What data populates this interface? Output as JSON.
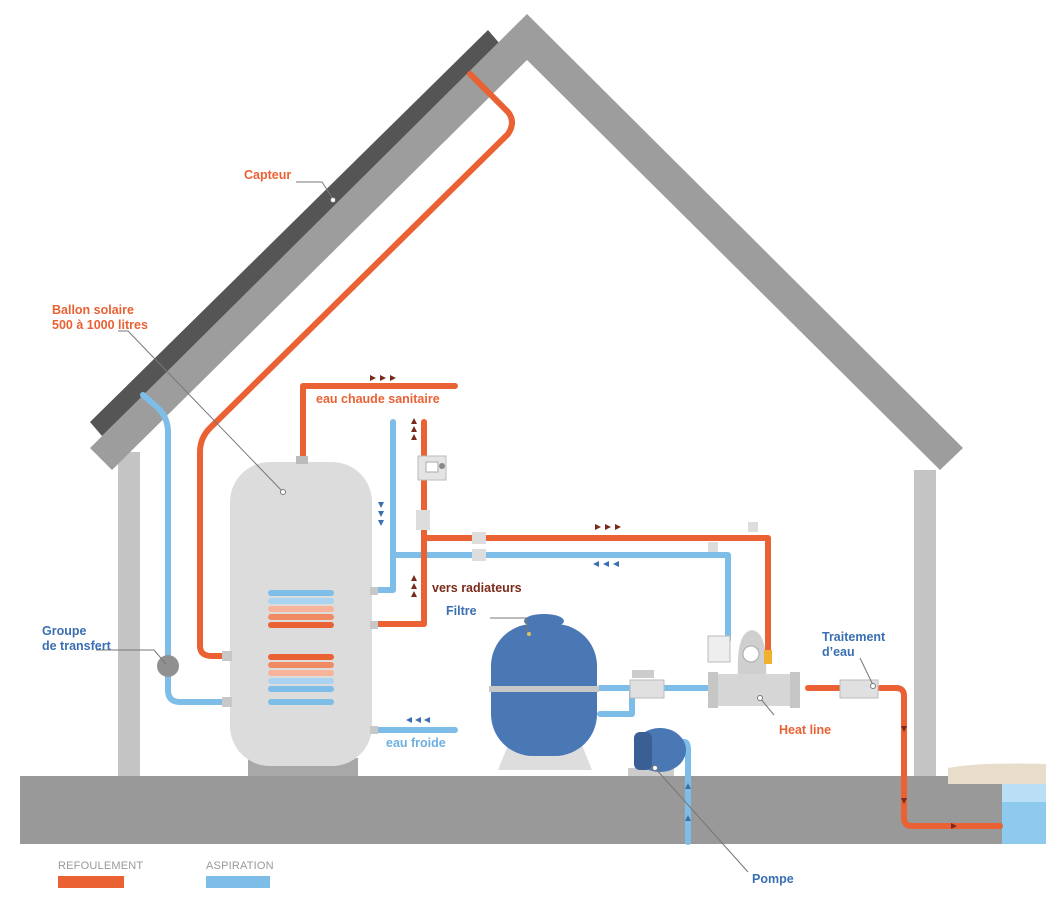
{
  "labels": {
    "capteur": "Capteur",
    "ballon_line1": "Ballon solaire",
    "ballon_line2": "500 à 1000 litres",
    "eau_chaude": "eau chaude sanitaire",
    "vers_radiateurs": "vers radiateurs",
    "filtre": "Filtre",
    "groupe_line1": "Groupe",
    "groupe_line2": "de transfert",
    "traitement_line1": "Traitement",
    "traitement_line2": "d’eau",
    "heat_line": "Heat line",
    "eau_froide": "eau froide",
    "pompe": "Pompe"
  },
  "legend": {
    "refoulement": "REFOULEMENT",
    "aspiration": "ASPIRATION"
  },
  "colors": {
    "refoulement": "#ea6134",
    "aspiration": "#7dbde8",
    "house": "#9d9d9d",
    "roof_dark": "#555555",
    "tank": "#dcdcdc",
    "filter": "#4a78b5",
    "pool_water": "#8ec9ee"
  }
}
